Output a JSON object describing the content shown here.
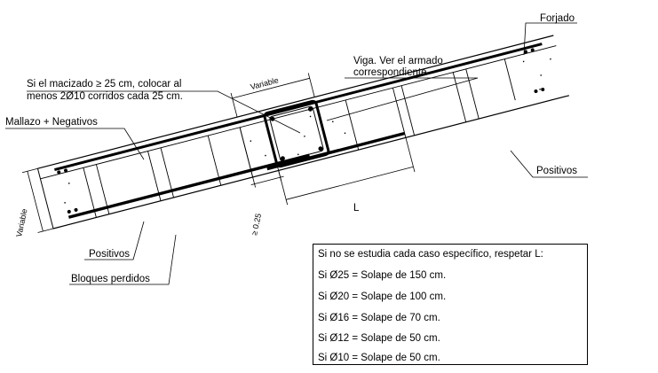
{
  "labels": {
    "forjado": "Forjado",
    "macizado_line1": "Si el macizado ≥ 25 cm, colocar al",
    "macizado_line2": "menos 2Ø10 corridos cada 25 cm.",
    "viga_line1": "Viga. Ver el armado",
    "viga_line2": "correspondiente",
    "variable_top": "Variable",
    "mallazo": "Mallazo + Negativos",
    "positivos_right": "Positivos",
    "variable_left": "Variable",
    "min_025": "≥ 0.25",
    "dim_L": "L",
    "positivos_left": "Positivos",
    "bloques": "Bloques perdidos"
  },
  "note": {
    "title": "Si no se estudia cada caso específico, respetar L:",
    "lines": [
      "Si Ø25 = Solape de 150 cm.",
      "Si Ø20 = Solape de 100 cm.",
      "Si Ø16 = Solape de 70 cm.",
      "Si Ø12 = Solape de 50 cm.",
      "Si Ø10 = Solape de 50 cm."
    ]
  }
}
